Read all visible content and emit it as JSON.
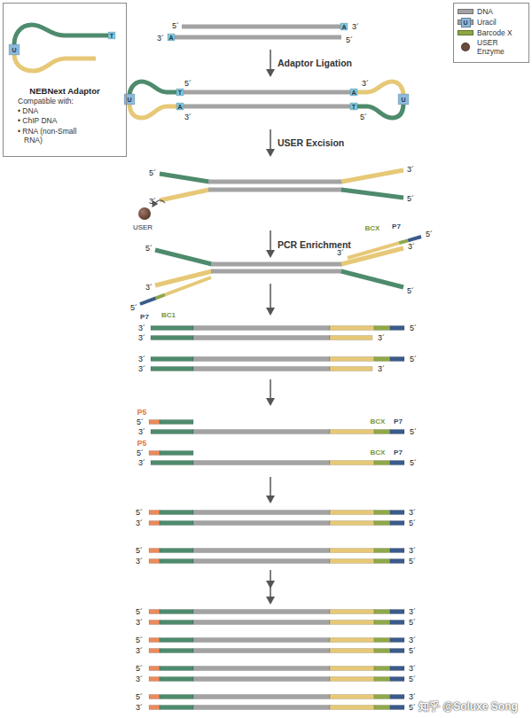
{
  "diagram": {
    "nodes": [
      {
        "text": [
          "T",
          "U",
          "NEBNext Adaptor",
          "Compatible with:",
          "• DNA",
          "• ChIP DNA",
          "• RNA (non-Small RNA)"
        ]
      }
    ],
    "labels": [
      "5´",
      "A",
      "3´",
      "3´",
      "A",
      "5´",
      "Adaptor Ligation",
      "5´",
      "3´",
      "U",
      "T",
      "A",
      "A",
      "T",
      "U",
      "3´",
      "5´",
      "USER Excision",
      "5´",
      "3´",
      "3´",
      "5´",
      "USER",
      "PCR Enrichment",
      "BCX",
      "P7",
      "5´",
      "5´",
      "3´",
      "3´",
      "3´",
      "5´",
      "5´",
      "P7",
      "BC1",
      "3´",
      "5´",
      "3´",
      "3´",
      "3´",
      "5´",
      "3´",
      "3´",
      "P5",
      "5´",
      "BCX",
      "P7",
      "3´",
      "5´",
      "P5",
      "5´",
      "BCX",
      "P7",
      "3´",
      "5´",
      "5´",
      "3´",
      "3´",
      "5´",
      "5´",
      "3´",
      "3´",
      "5´",
      "5´",
      "3´",
      "3´",
      "5´",
      "5´",
      "3´",
      "3´",
      "5´",
      "5´",
      "3´",
      "3´",
      "5´",
      "5´",
      "3´",
      "3´",
      "5´",
      "U",
      "知乎 @Soluxe Song"
    ],
    "legend": [
      {
        "text": "DNA",
        "color": "#a3a3a3"
      },
      {
        "text": "Uracil"
      },
      {
        "text": "Barcode X",
        "color": "#8fa646"
      },
      {
        "text": "USER Enzyme",
        "color": "#6b4a3e"
      }
    ]
  }
}
